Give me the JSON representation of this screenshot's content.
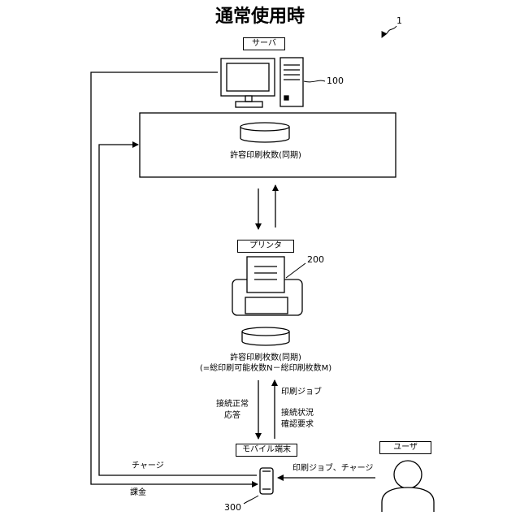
{
  "title": "通常使用時",
  "figure_ref": "1",
  "server": {
    "label": "サーバ",
    "ref": "100",
    "db_label": "許容印刷枚数(同期)"
  },
  "printer": {
    "label": "プリンタ",
    "ref": "200",
    "db_label_1": "許容印刷枚数(同期)",
    "db_label_2": "(=総印刷可能枚数N－総印刷枚数M)"
  },
  "printer_mobile_links": {
    "left_line1": "接続正常",
    "left_line2": "応答",
    "right_top": "印刷ジョブ",
    "right_line1": "接続状況",
    "right_line2": "確認要求"
  },
  "mobile": {
    "label": "モバイル端末",
    "ref": "300"
  },
  "user": {
    "label": "ユーザ",
    "action": "印刷ジョブ、チャージ"
  },
  "flows": {
    "charge": "チャージ",
    "billing": "課金"
  }
}
